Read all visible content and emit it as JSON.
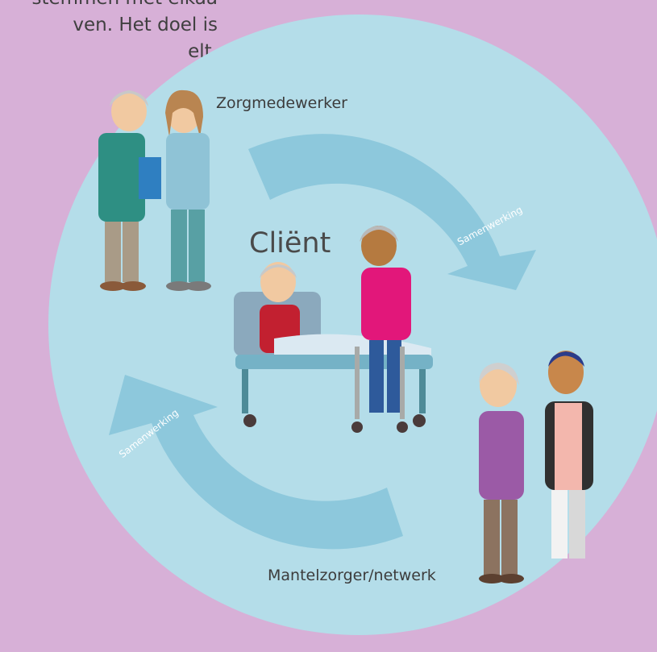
{
  "intro": {
    "lines": [
      "stemmen met elkaa",
      "ven. Het doel is",
      "elt."
    ]
  },
  "diagram": {
    "center_label": "Cliënt",
    "role_top": "Zorgmedewerker",
    "role_bottom": "Mantelzorger/netwerk",
    "arrow_label_right": "Samenwerking",
    "arrow_label_left": "Samenwerking"
  },
  "colors": {
    "page_background": "#d7b0d7",
    "circle": "#b4dde9",
    "arrows": "#8dc8dc",
    "text": "#3c3c3c"
  },
  "icons": [
    "care-workers-illustration",
    "client-in-bed-illustration",
    "walker-caregiver-illustration",
    "family-network-illustration"
  ]
}
